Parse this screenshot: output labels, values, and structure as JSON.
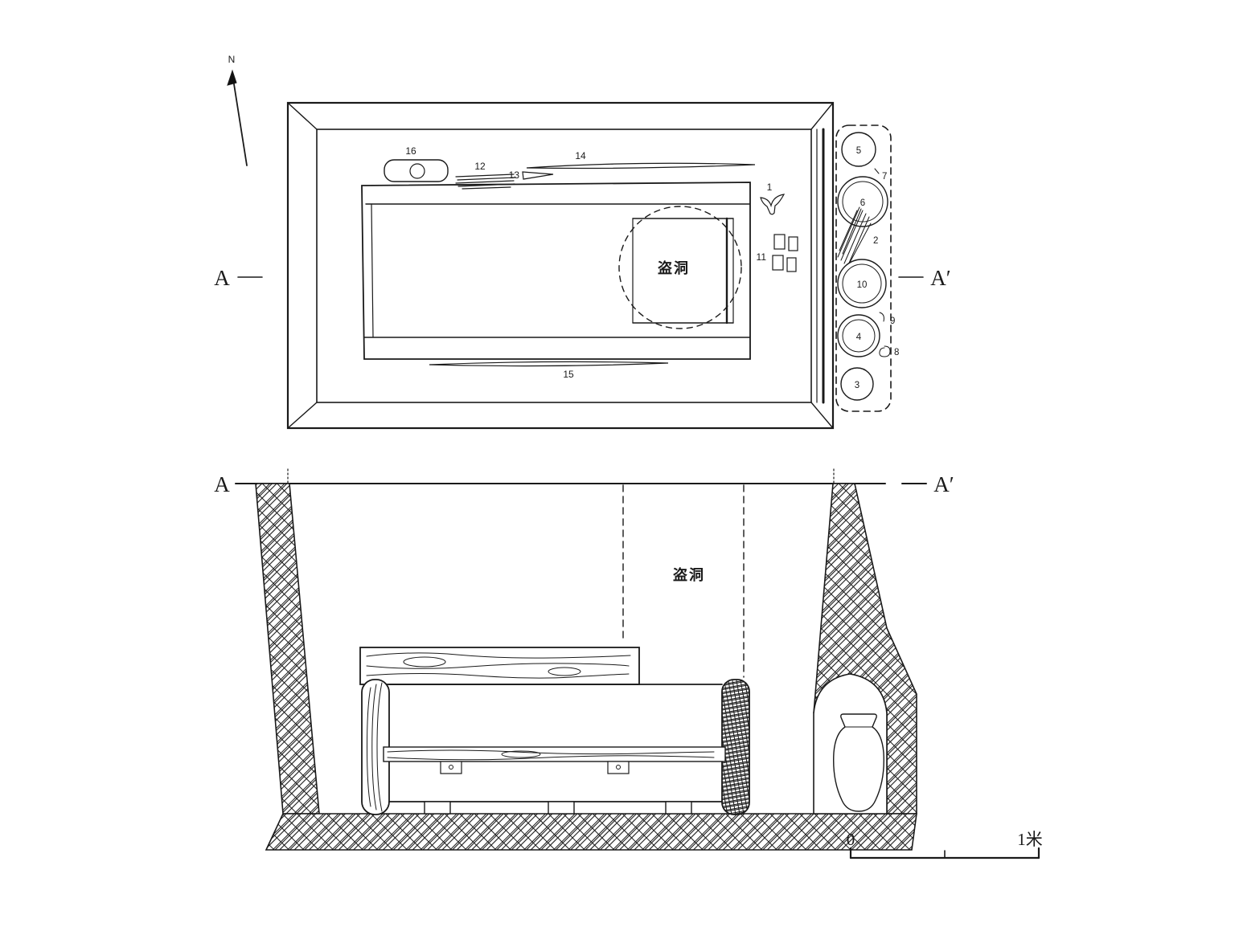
{
  "diagram": {
    "north_label": "N",
    "plan": {
      "section_line_left": "A",
      "section_line_right": "A′",
      "robber_hole": "盗洞",
      "artifact_labels": {
        "n1": "1",
        "n11": "11",
        "n12": "12",
        "n13": "13",
        "n14": "14",
        "n15": "15",
        "n16": "16"
      },
      "niche_labels": {
        "n2": "2",
        "n3": "3",
        "n4": "4",
        "n5": "5",
        "n6": "6",
        "n7": "7",
        "n8": "8",
        "n9": "9",
        "n10": "10"
      }
    },
    "section": {
      "label_left": "A",
      "label_right": "A′",
      "robber_hole": "盗洞"
    },
    "scale": {
      "zero": "0",
      "one_meter": "1米"
    },
    "colors": {
      "line": "#1a1a1a",
      "background": "#ffffff"
    }
  }
}
